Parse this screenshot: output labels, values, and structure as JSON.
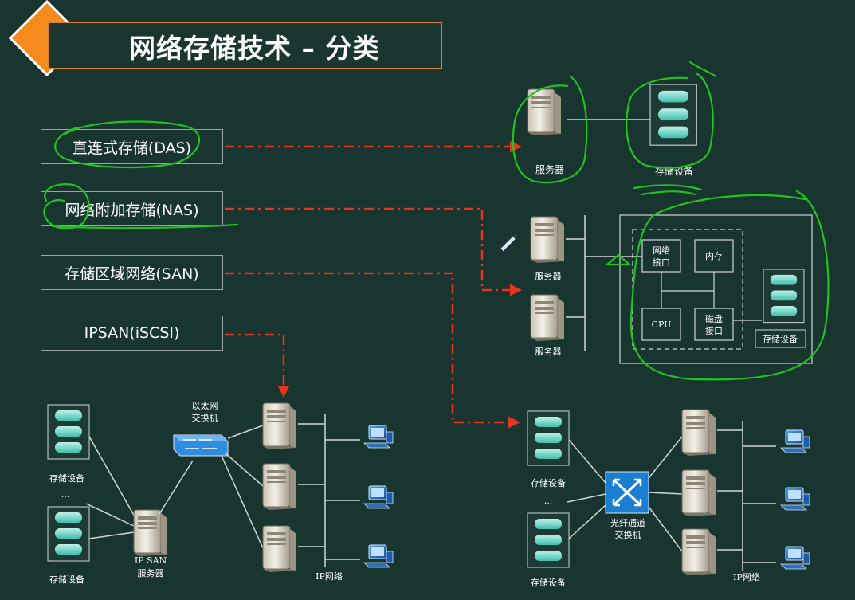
{
  "title": "网络存储技术 – 分类",
  "categories": [
    {
      "id": "das",
      "label": "直连式存储(DAS)"
    },
    {
      "id": "nas",
      "label": "网络附加存储(NAS)"
    },
    {
      "id": "san",
      "label": "存储区域网络(SAN)"
    },
    {
      "id": "ipsan",
      "label": "IPSAN(iSCSI)"
    }
  ],
  "das": {
    "server_label": "服务器",
    "storage_label": "存储设备"
  },
  "nas": {
    "server_label_1": "服务器",
    "server_label_2": "服务器",
    "box_network_interface": [
      "网络",
      "接口"
    ],
    "box_memory": "内存",
    "box_cpu": "CPU",
    "box_disk_interface": [
      "磁盘",
      "接口"
    ],
    "storage_label": "存储设备"
  },
  "ipsan": {
    "switch_label": [
      "以太网",
      "交换机"
    ],
    "storage_label_1": "存储设备",
    "storage_label_2": "存储设备",
    "ellipsis": "...",
    "ipsan_server_label": [
      "IP SAN",
      "服务器"
    ],
    "network_label": "IP网络"
  },
  "san": {
    "switch_label": [
      "光纤通道",
      "交换机"
    ],
    "storage_label_1": "存储设备",
    "storage_label_2": "存储设备",
    "ellipsis": "...",
    "network_label": "IP网络"
  },
  "colors": {
    "background": "#183530",
    "accent_orange": "#f58b1f",
    "arrow_red": "#e8341c",
    "annotation_green": "#22c21f",
    "switch_blue": "#1a7fd0"
  }
}
